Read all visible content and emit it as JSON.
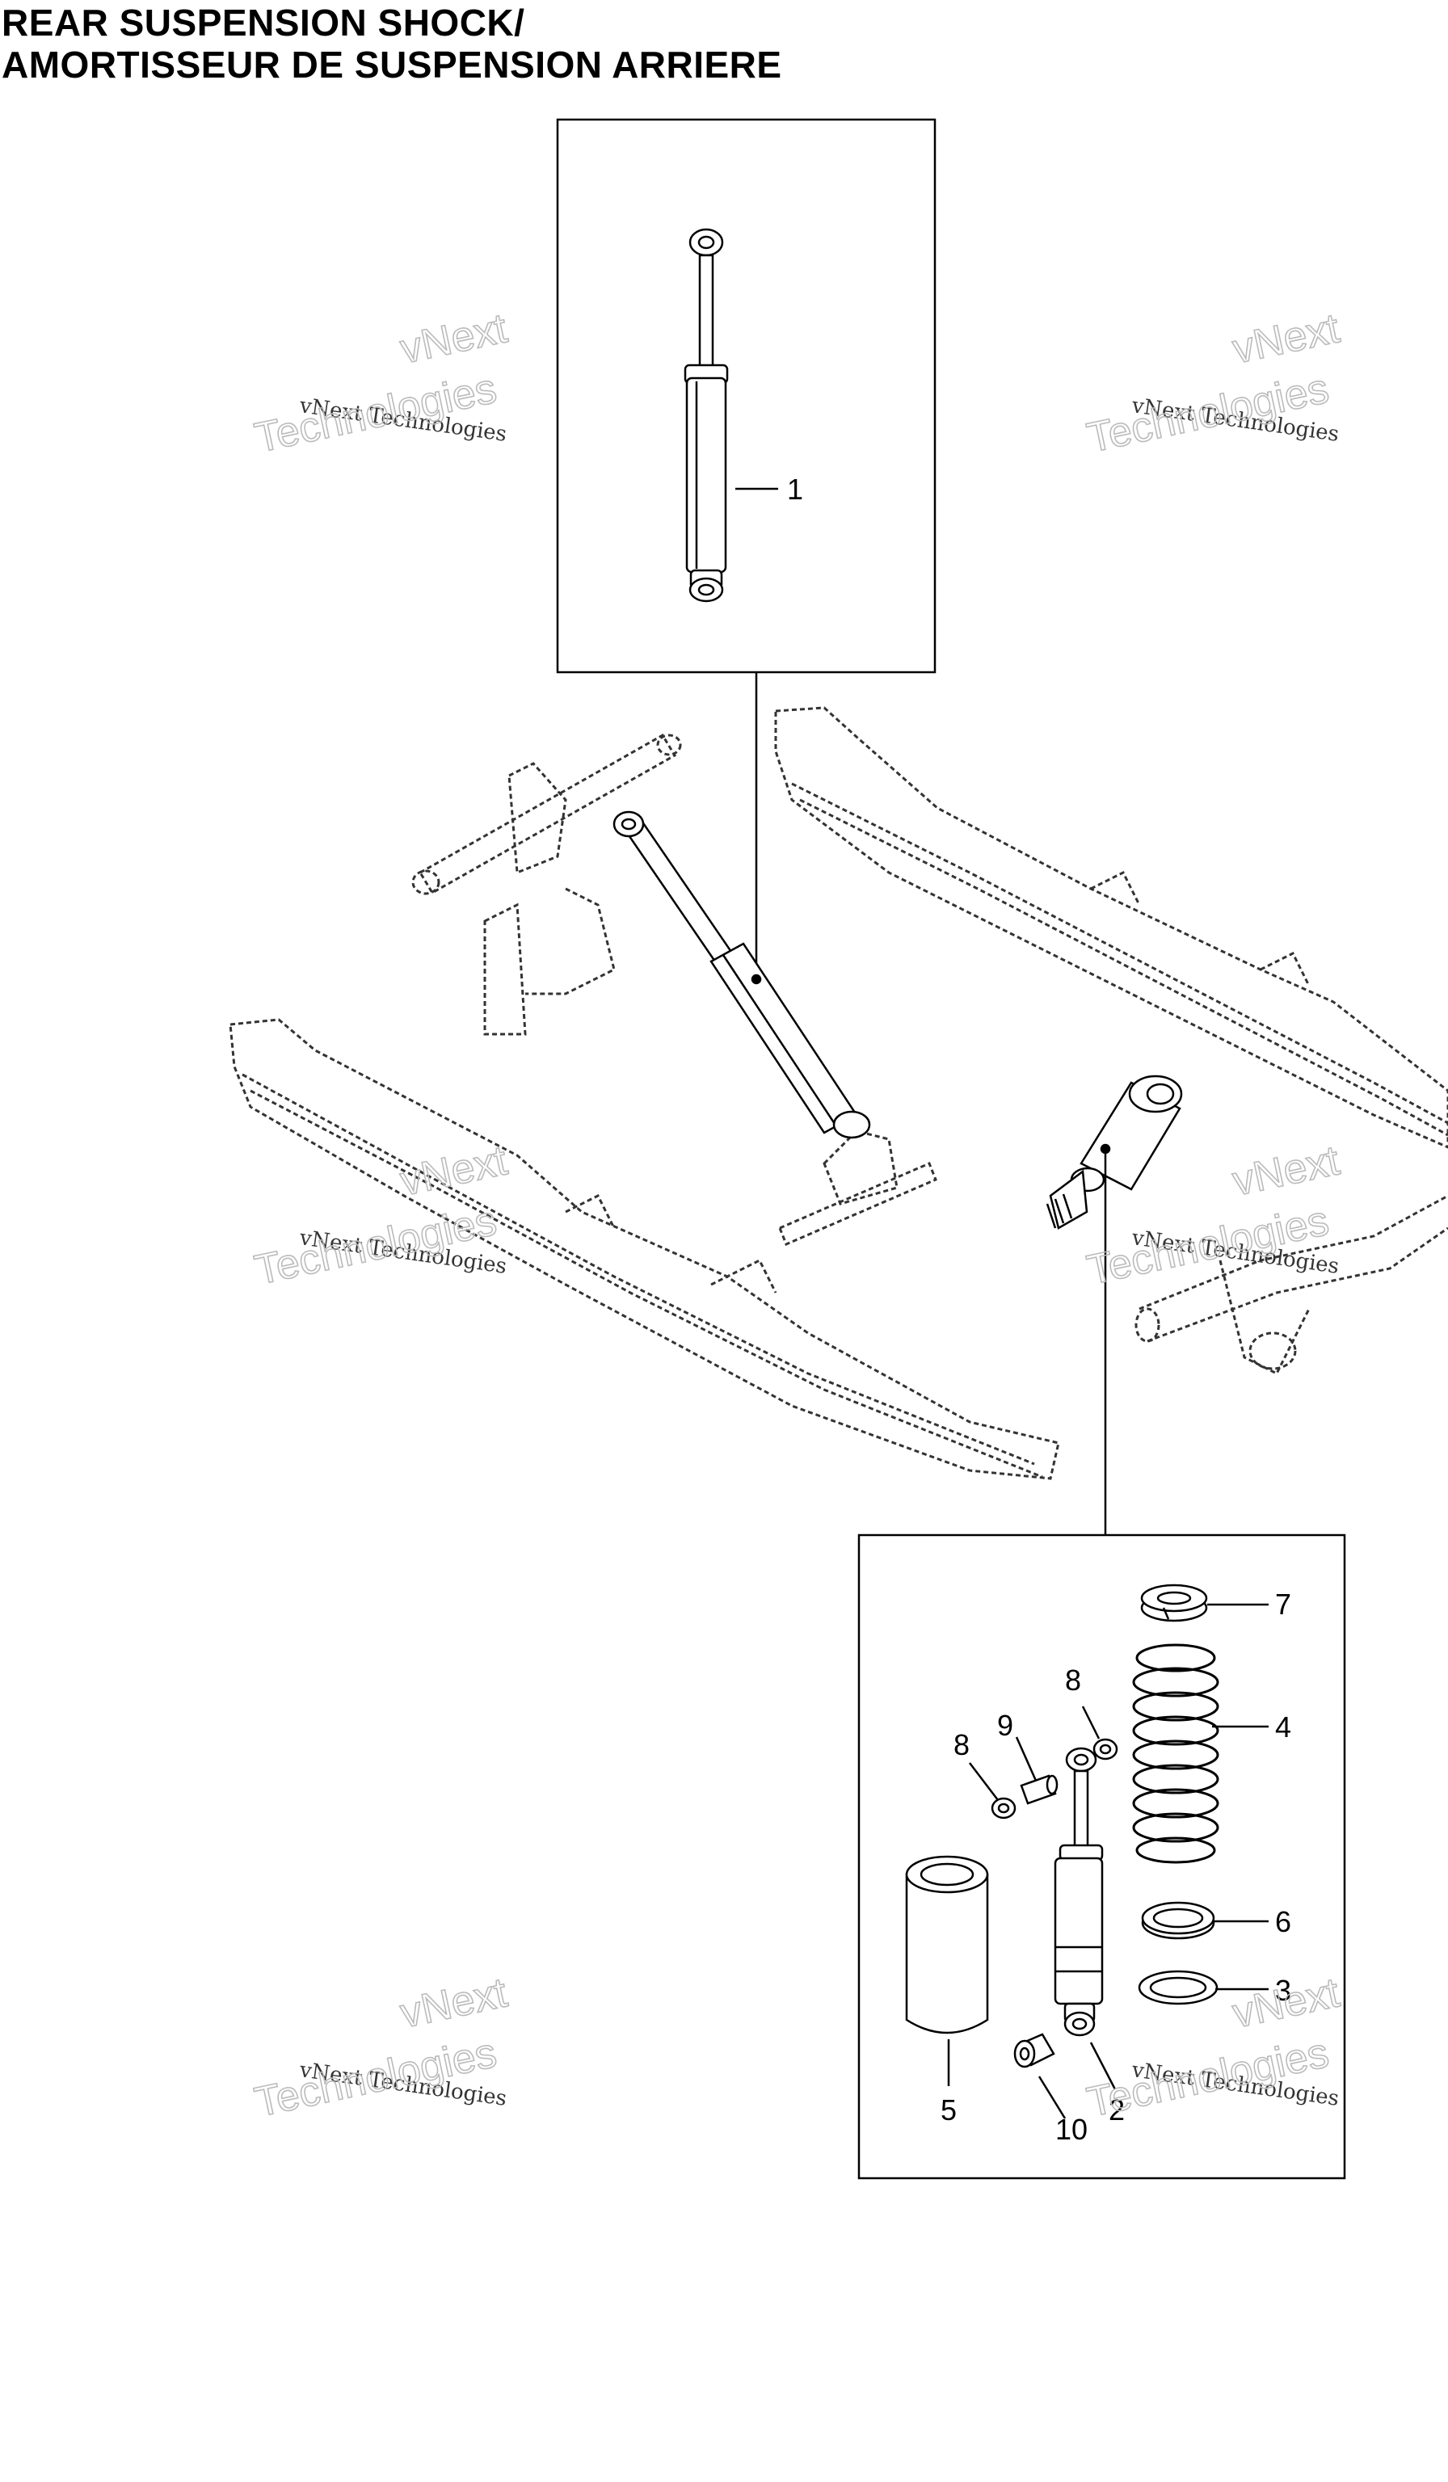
{
  "title": {
    "line1": "REAR SUSPENSION SHOCK/",
    "line2": "AMORTISSEUR DE SUSPENSION ARRIERE"
  },
  "watermark": {
    "line1": "vNext Technologies",
    "line2": "vNext",
    "line3": "Technologies"
  },
  "callouts": {
    "c1": "1",
    "c2": "2",
    "c3": "3",
    "c4": "4",
    "c5": "5",
    "c6": "6",
    "c7": "7",
    "c8a": "8",
    "c8b": "8",
    "c9": "9",
    "c10": "10"
  }
}
